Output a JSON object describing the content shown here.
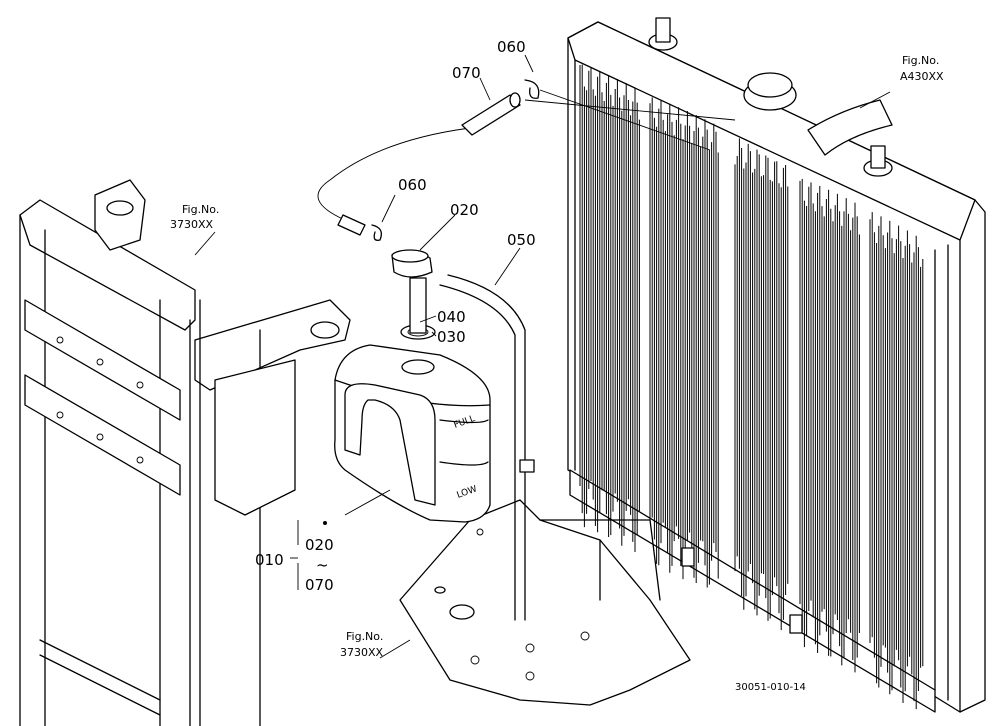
{
  "parts": {
    "p010": "010",
    "p020": "020",
    "p020_range_start": "020",
    "range_symbol": "~",
    "p030": "030",
    "p040": "040",
    "p050": "050",
    "p060_top": "060",
    "p060_mid": "060",
    "p070": "070",
    "p070_range_end": "070"
  },
  "fig_refs": {
    "left_label": "Fig.No.",
    "left_code": "3730XX",
    "bottom_label": "Fig.No.",
    "bottom_code": "3730XX",
    "right_label": "Fig.No.",
    "right_code": "A430XX"
  },
  "tank": {
    "full": "FULL",
    "low": "LOW"
  },
  "drawing_code": "30051-010-14"
}
